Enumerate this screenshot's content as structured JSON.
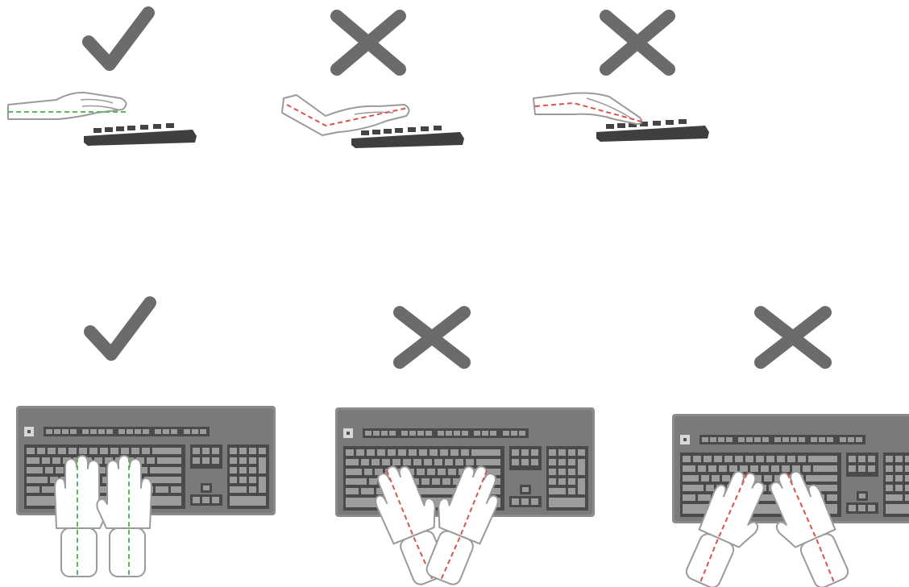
{
  "colors": {
    "background": "#ffffff",
    "mark": "#6b6b6b",
    "keyboard_body": "#8a8a8a",
    "keyboard_key": "#4a4a4a",
    "key_light": "#d8d8d8",
    "hand_outline": "#9a9a9a",
    "good_axis": "#5cb85c",
    "bad_axis": "#d9534f"
  },
  "panels": [
    {
      "id": "side-neutral",
      "view": "side",
      "verdict": "correct",
      "icon": "checkmark-icon"
    },
    {
      "id": "side-wrist-raised",
      "view": "side",
      "verdict": "incorrect",
      "icon": "cross-icon"
    },
    {
      "id": "side-wrist-bent-down",
      "view": "side",
      "verdict": "incorrect",
      "icon": "cross-icon"
    },
    {
      "id": "top-straight",
      "view": "top",
      "verdict": "correct",
      "icon": "checkmark-icon"
    },
    {
      "id": "top-ulnar-deviation",
      "view": "top",
      "verdict": "incorrect",
      "icon": "cross-icon"
    },
    {
      "id": "top-radial-deviation",
      "view": "top",
      "verdict": "incorrect",
      "icon": "cross-icon"
    }
  ]
}
